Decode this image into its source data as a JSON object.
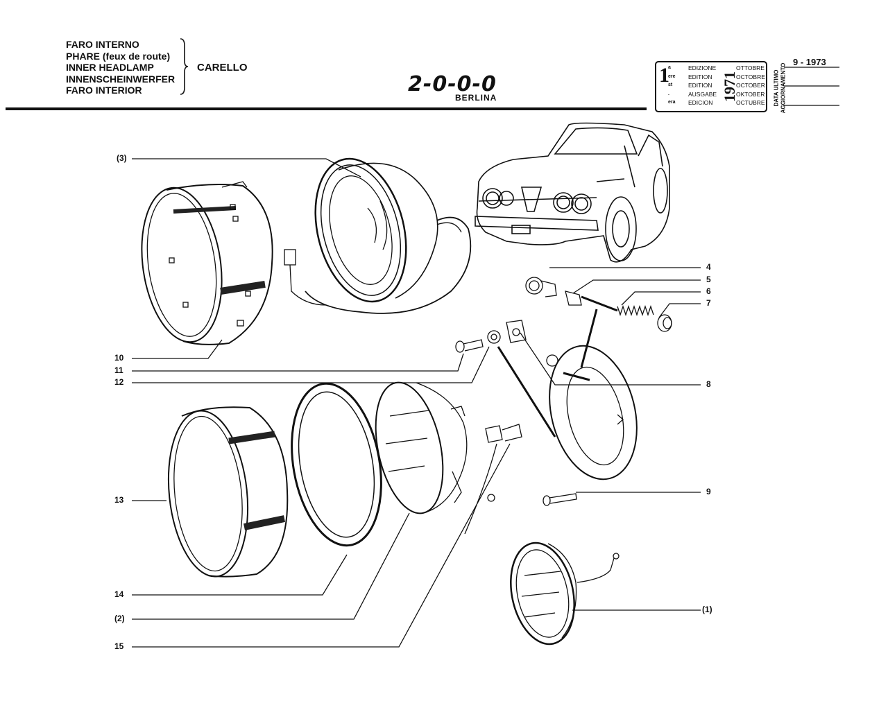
{
  "header": {
    "titles": [
      "FARO INTERNO",
      "PHARE (feux de route)",
      "INNER HEADLAMP",
      "INNENSCHEINWERFER",
      "FARO INTERIOR"
    ],
    "brand": "CARELLO",
    "model_logo": "2-0-0-0",
    "model_variant": "BERLINA"
  },
  "edition": {
    "number": "1",
    "suffixes": [
      "a",
      "ere",
      "st",
      ".",
      "era"
    ],
    "words": [
      "EDIZIONE",
      "EDITION",
      "EDITION",
      "AUSGABE",
      "EDICION"
    ],
    "year": "1971",
    "months": [
      "OTTOBRE",
      "OCTOBRE",
      "OCTOBER",
      "OKTOBER",
      "OCTUBRE"
    ],
    "update_label_1": "DATA ULTIMO",
    "update_label_2": "AGGIORNAMENTO",
    "update_date": "9 - 1973"
  },
  "callouts": {
    "c3": "(3)",
    "c4": "4",
    "c5": "5",
    "c6": "6",
    "c7": "7",
    "c8": "8",
    "c9": "9",
    "c10": "10",
    "c11": "11",
    "c12": "12",
    "c13": "13",
    "c14": "14",
    "c2": "(2)",
    "c15": "15",
    "c1": "(1)"
  }
}
